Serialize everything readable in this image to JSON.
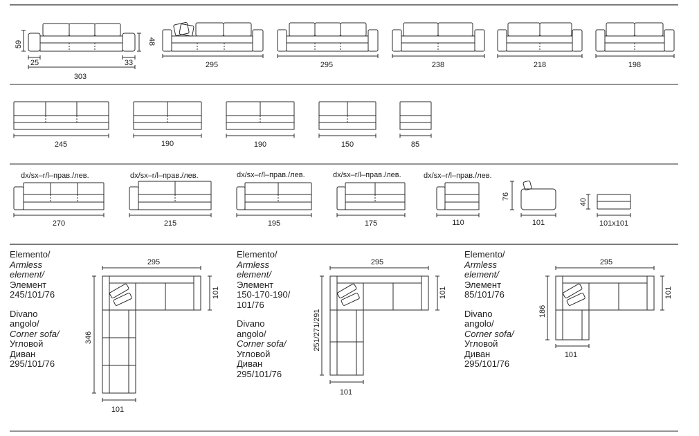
{
  "row1": {
    "dims": {
      "h_59": "59",
      "h_48": "48",
      "w_25": "25",
      "w_33": "33",
      "w_303": "303",
      "w_295a": "295",
      "w_295b": "295",
      "w_238": "238",
      "w_218": "218",
      "w_198": "198"
    }
  },
  "row2": {
    "dims": {
      "w_245": "245",
      "w_190a": "190",
      "w_190b": "190",
      "w_150": "150",
      "w_85": "85"
    }
  },
  "row3": {
    "labels": {
      "a": "dx/sx–r/l–прав./лев.",
      "b": "dx/sx–r/l–прав./лев.",
      "c": "dx/sx–r/l–прав./лев.",
      "d": "dx/sx–r/l–прав./лев.",
      "e": "dx/sx–r/l–прав./лев."
    },
    "dims": {
      "w_270": "270",
      "w_215": "215",
      "w_195": "195",
      "w_175": "175",
      "w_110": "110",
      "h_76": "76",
      "w_101": "101",
      "h_40": "40",
      "w_101x101": "101x101"
    }
  },
  "row4": {
    "blocks": [
      {
        "element_it": "Elemento/",
        "element_en": "Armless",
        "element_en2": "element/",
        "element_ru": "Элемент",
        "element_size": "245/101/76",
        "corner_it": "Divano",
        "corner_it2": "angolo/",
        "corner_en": "Corner sofa/",
        "corner_ru": "Угловой",
        "corner_ru2": "Диван",
        "corner_size": "295/101/76",
        "dim_top": "295",
        "dim_right": "101",
        "dim_left": "346",
        "dim_bottom": "101"
      },
      {
        "element_it": "Elemento/",
        "element_en": "Armless",
        "element_en2": "element/",
        "element_ru": "Элемент",
        "element_size": "150-170-190/",
        "element_size2": "101/76",
        "corner_it": "Divano",
        "corner_it2": "angolo/",
        "corner_en": "Corner sofa/",
        "corner_ru": "Угловой",
        "corner_ru2": "Диван",
        "corner_size": "295/101/76",
        "dim_top": "295",
        "dim_right": "101",
        "dim_left": "251/271/291",
        "dim_bottom": "101"
      },
      {
        "element_it": "Elemento/",
        "element_en": "Armless",
        "element_en2": "element/",
        "element_ru": "Элемент",
        "element_size": "85/101/76",
        "corner_it": "Divano",
        "corner_it2": "angolo/",
        "corner_en": "Corner sofa/",
        "corner_ru": "Угловой",
        "corner_ru2": "Диван",
        "corner_size": "295/101/76",
        "dim_top": "295",
        "dim_right": "101",
        "dim_left": "186",
        "dim_bottom": "101"
      }
    ]
  }
}
